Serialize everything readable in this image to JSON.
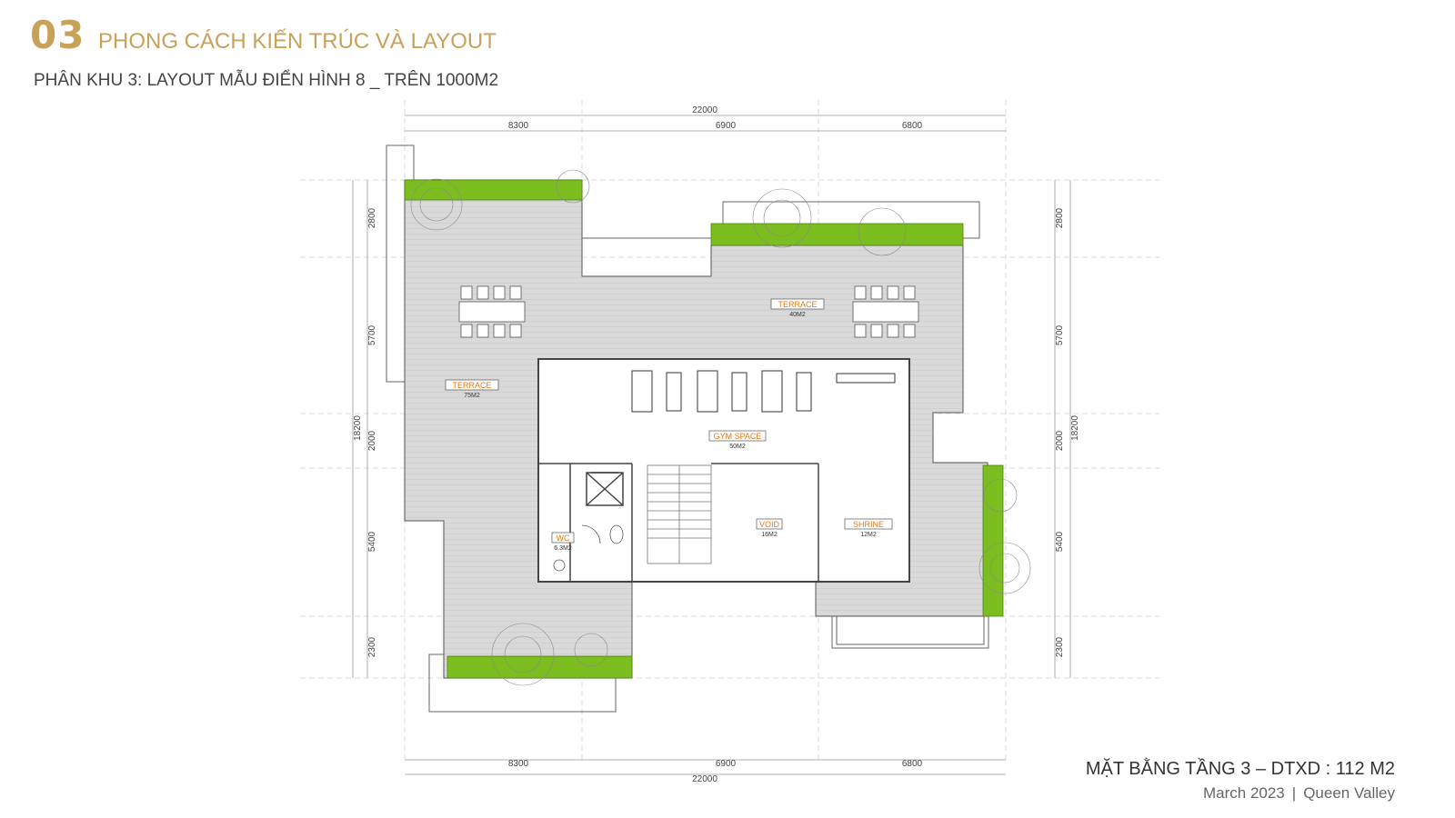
{
  "header": {
    "section_number": "03",
    "section_title": "PHONG CÁCH KIẾN TRÚC VÀ LAYOUT",
    "subtitle": "PHÂN KHU 3: LAYOUT MẪU ĐIỂN HÌNH 8 _ TRÊN 1000M2"
  },
  "dimensions": {
    "top_total": "22000",
    "top_segments": [
      "8300",
      "6900",
      "6800"
    ],
    "bottom_total": "22000",
    "bottom_segments": [
      "8300",
      "6900",
      "6800"
    ],
    "left_total": "18200",
    "left_segments": [
      "2800",
      "5700",
      "2000",
      "5400",
      "2300"
    ],
    "right_total": "18200",
    "right_segments": [
      "2800",
      "5700",
      "2000",
      "5400",
      "2300"
    ]
  },
  "rooms": [
    {
      "name": "TERRACE",
      "area": "40M2"
    },
    {
      "name": "TERRACE",
      "area": "75M2"
    },
    {
      "name": "GYM SPACE",
      "area": "50M2"
    },
    {
      "name": "VOID",
      "area": "16M2"
    },
    {
      "name": "SHRINE",
      "area": "12M2"
    },
    {
      "name": "WC",
      "area": "6.3M2"
    }
  ],
  "caption": {
    "plan_title": "MẶT BẰNG TẦNG 3 – DTXD : 112 M2",
    "date": "March 2023",
    "separator": "|",
    "project": "Queen Valley"
  },
  "colors": {
    "accent_gold": "#c9a25a",
    "terrace_fill": "#d8d8d8",
    "planter_green": "#7cbd1f",
    "room_label": "#e07a1a"
  }
}
